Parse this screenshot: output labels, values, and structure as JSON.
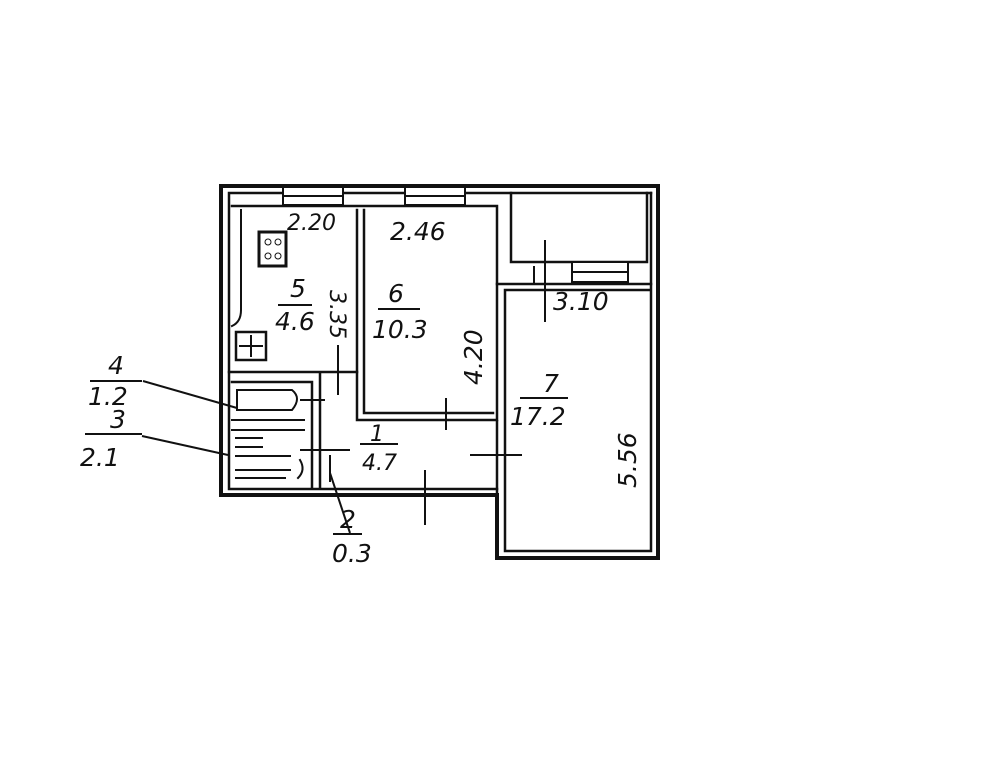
{
  "plan": {
    "rooms": [
      {
        "number": "1",
        "area": "4.7"
      },
      {
        "number": "2",
        "area": "0.3"
      },
      {
        "number": "3",
        "area": "2.1"
      },
      {
        "number": "4",
        "area": "1.2"
      },
      {
        "number": "5",
        "area": "4.6"
      },
      {
        "number": "6",
        "area": "10.3"
      },
      {
        "number": "7",
        "area": "17.2"
      }
    ],
    "dimensions": {
      "kitchen_width": "2.20",
      "kitchen_length": "3.35",
      "room6_width": "2.46",
      "room6_length": "4.20",
      "room7_width": "3.10",
      "room7_length": "5.56"
    }
  }
}
